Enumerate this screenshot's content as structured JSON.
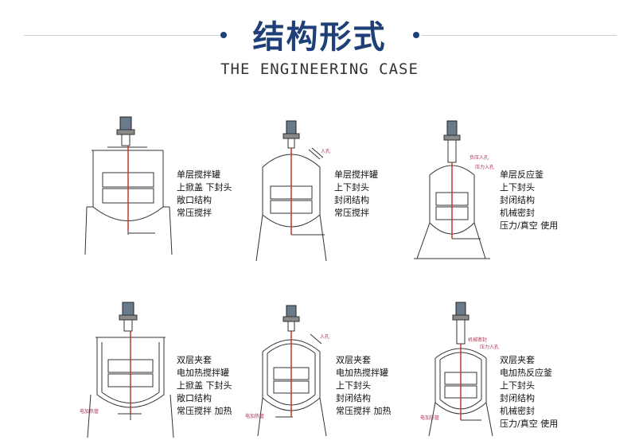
{
  "header": {
    "title": "结构形式",
    "subtitle": "THE ENGINEERING CASE"
  },
  "cases": [
    {
      "lines": [
        "单层搅拌罐",
        "上掀盖 下封头",
        "敞口结构",
        "常压搅拌"
      ],
      "tags": []
    },
    {
      "lines": [
        "单层搅拌罐",
        "上下封头",
        "封闭结构",
        "常压搅拌"
      ],
      "tags": [
        "入孔"
      ]
    },
    {
      "lines": [
        "单层反应釜",
        "上下封头",
        "封闭结构",
        "机械密封",
        "压力/真空 使用"
      ],
      "tags": [
        "负压入孔",
        "压力入孔"
      ]
    },
    {
      "lines": [
        "双层夹套",
        "电加热搅拌罐",
        "上掀盖 下封头",
        "敞口结构",
        "常压搅拌 加热"
      ],
      "tags": [
        "电加热管"
      ]
    },
    {
      "lines": [
        "双层夹套",
        "电加热搅拌罐",
        "上下封头",
        "封闭结构",
        "常压搅拌 加热"
      ],
      "tags": [
        "入孔",
        "电加热管"
      ]
    },
    {
      "lines": [
        "双层夹套",
        "电加热反应釜",
        "上下封头",
        "封闭结构",
        "机械密封",
        "压力/真空 使用"
      ],
      "tags": [
        "机械密封",
        "压力入孔",
        "电加热管"
      ]
    }
  ]
}
